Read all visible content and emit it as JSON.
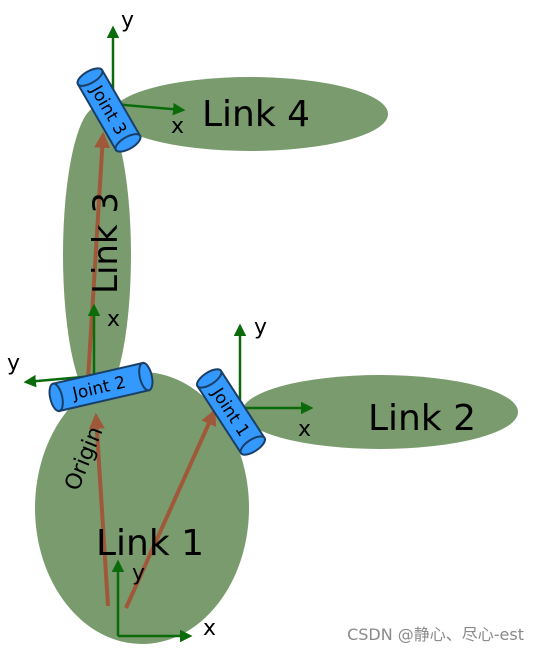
{
  "links": [
    {
      "label": "Link 1"
    },
    {
      "label": "Link 2"
    },
    {
      "label": "Link 3"
    },
    {
      "label": "Link 4"
    }
  ],
  "joints": [
    {
      "label": "Joint 1"
    },
    {
      "label": "Joint 2"
    },
    {
      "label": "Joint 3"
    }
  ],
  "origin_label": "Origin",
  "axes": {
    "x": "x",
    "y": "y"
  },
  "watermark": "CSDN @静心、尽心-est",
  "colors": {
    "link_fill": "#7a9b6e",
    "joint_fill": "#3399ff",
    "joint_stroke": "#1a3f66",
    "axis_green": "#0b6b0b",
    "vector_brown": "#a0583a"
  }
}
